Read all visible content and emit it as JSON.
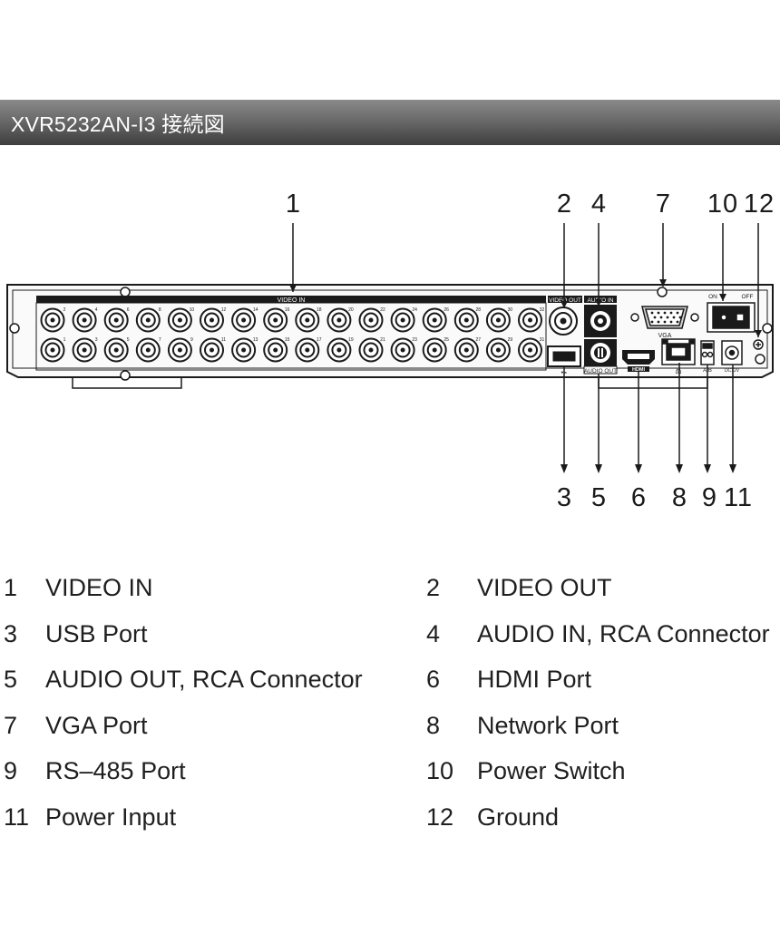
{
  "title": "XVR5232AN-I3 接続図",
  "panel_labels": {
    "video_in": "VIDEO IN",
    "video_out": "VIDEO OUT",
    "audio_in": "AUDIO IN",
    "audio_out": "AUDIO OUT",
    "vga": "VGA",
    "on": "ON",
    "off": "OFF",
    "hdmi": "HDMI",
    "rs485": "A/B",
    "dc": "DC12V"
  },
  "callouts": {
    "top": [
      "1",
      "2",
      "4",
      "7",
      "10",
      "12"
    ],
    "bottom": [
      "3",
      "5",
      "6",
      "8",
      "9",
      "11"
    ]
  },
  "bnc_numbers_top": [
    "2",
    "4",
    "6",
    "8",
    "10",
    "12",
    "14",
    "16",
    "18",
    "20",
    "22",
    "24",
    "26",
    "28",
    "30",
    "32"
  ],
  "bnc_numbers_bottom": [
    "1",
    "3",
    "5",
    "7",
    "9",
    "11",
    "13",
    "15",
    "17",
    "19",
    "21",
    "23",
    "25",
    "27",
    "29",
    "31"
  ],
  "legend": [
    {
      "num": "1",
      "label": "VIDEO IN"
    },
    {
      "num": "2",
      "label": "VIDEO OUT"
    },
    {
      "num": "3",
      "label": "USB Port"
    },
    {
      "num": "4",
      "label": "AUDIO IN, RCA Connector"
    },
    {
      "num": "5",
      "label": "AUDIO OUT, RCA Connector"
    },
    {
      "num": "6",
      "label": "HDMI Port"
    },
    {
      "num": "7",
      "label": "VGA Port"
    },
    {
      "num": "8",
      "label": "Network Port"
    },
    {
      "num": "9",
      "label": "RS–485 Port"
    },
    {
      "num": "10",
      "label": "Power Switch"
    },
    {
      "num": "11",
      "label": "Power Input"
    },
    {
      "num": "12",
      "label": "Ground"
    }
  ],
  "colors": {
    "title_bar_top": "#8a8a8a",
    "title_bar_bottom": "#3e3e3e",
    "line": "#1a1a1a",
    "panel_fill": "#f2f2f2"
  }
}
